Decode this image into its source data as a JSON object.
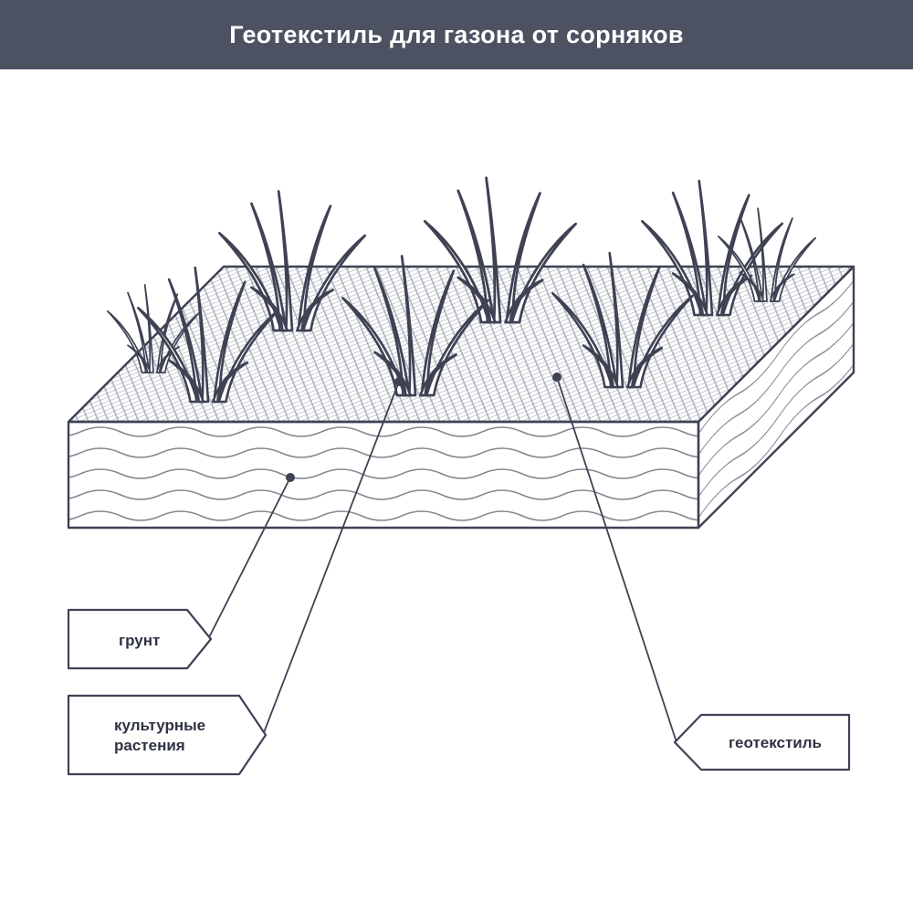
{
  "header": {
    "title": "Геотекстиль для газона от сорняков",
    "bg_color": "#4d5263",
    "text_color": "#ffffff"
  },
  "diagram": {
    "callouts": [
      {
        "id": "soil",
        "text": "грунт"
      },
      {
        "id": "plants",
        "line1": "культурные",
        "line2": "растения"
      },
      {
        "id": "geotextile",
        "text": "геотекстиль"
      }
    ],
    "colors": {
      "outline": "#3e4253",
      "hatch_line": "#a2a6b1",
      "wave_line": "#83878f",
      "label_text": "#2e3243",
      "face_fill": "#ffffff"
    }
  }
}
